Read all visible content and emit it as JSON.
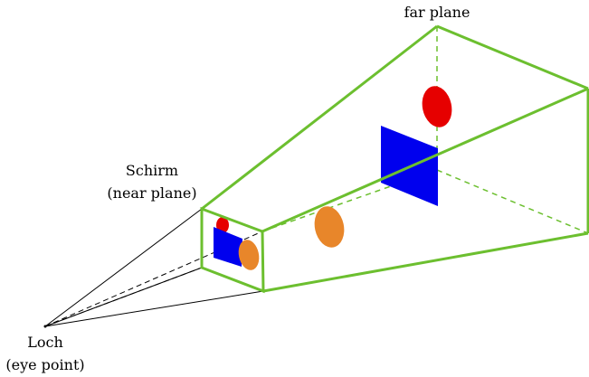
{
  "labels": {
    "far_plane": "far plane",
    "screen_line1": "Schirm",
    "screen_line2": "(near plane)",
    "hole_line1": "Loch",
    "hole_line2": "(eye point)"
  },
  "colors": {
    "frustum": "#6cbf2f",
    "red": "#e60000",
    "blue": "#0000ee",
    "orange": "#e8862a",
    "rays": "#000000",
    "background": "#ffffff"
  },
  "objects": [
    {
      "name": "red-ellipse",
      "shape": "ellipse",
      "color": "red"
    },
    {
      "name": "blue-square",
      "shape": "square",
      "color": "blue"
    },
    {
      "name": "orange-ellipse",
      "shape": "ellipse",
      "color": "orange"
    }
  ]
}
